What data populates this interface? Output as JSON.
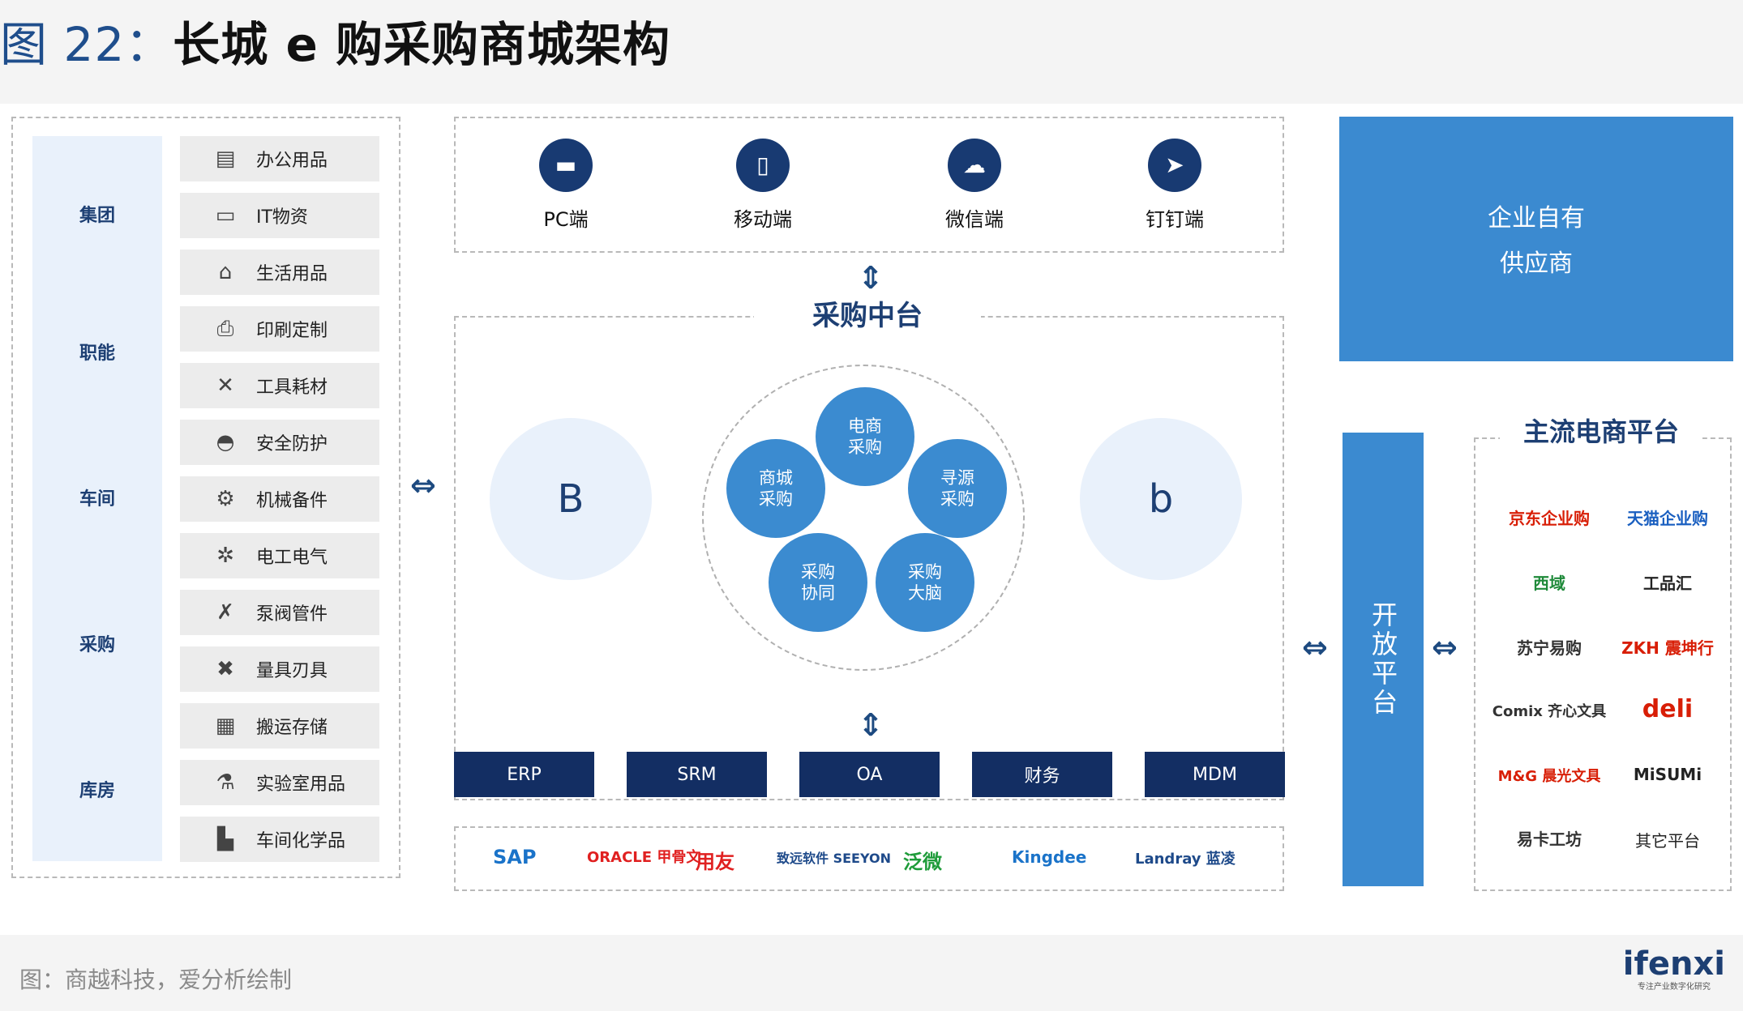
{
  "title": {
    "prefix": "图 22：",
    "text": "长城 e 购采购商城架构"
  },
  "left_levels": [
    "集团",
    "职能",
    "车间",
    "采购",
    "库房"
  ],
  "categories": [
    {
      "icon": "file-stack-icon",
      "glyph": "▤",
      "label": "办公用品"
    },
    {
      "icon": "monitor-icon",
      "glyph": "▭",
      "label": "IT物资"
    },
    {
      "icon": "home-icon",
      "glyph": "⌂",
      "label": "生活用品"
    },
    {
      "icon": "printer-icon",
      "glyph": "⎙",
      "label": "印刷定制"
    },
    {
      "icon": "tools-icon",
      "glyph": "✕",
      "label": "工具耗材"
    },
    {
      "icon": "helmet-icon",
      "glyph": "◓",
      "label": "安全防护"
    },
    {
      "icon": "robot-arm-icon",
      "glyph": "⚙",
      "label": "机械备件"
    },
    {
      "icon": "gear-icon",
      "glyph": "✲",
      "label": "电工电气"
    },
    {
      "icon": "wrench-icon",
      "glyph": "✗",
      "label": "泵阀管件"
    },
    {
      "icon": "ruler-icon",
      "glyph": "✖",
      "label": "量具刃具"
    },
    {
      "icon": "cart-icon",
      "glyph": "▦",
      "label": "搬运存储"
    },
    {
      "icon": "flask-icon",
      "glyph": "⚗",
      "label": "实验室用品"
    },
    {
      "icon": "factory-icon",
      "glyph": "▙",
      "label": "车间化学品"
    }
  ],
  "channels": [
    {
      "icon": "pc-icon",
      "glyph": "▬",
      "label": "PC端"
    },
    {
      "icon": "mobile-icon",
      "glyph": "▯",
      "label": "移动端"
    },
    {
      "icon": "wechat-icon",
      "glyph": "☁",
      "label": "微信端"
    },
    {
      "icon": "dingtalk-icon",
      "glyph": "➤",
      "label": "钉钉端"
    }
  ],
  "middle_platform": {
    "title": "采购中台",
    "left": "B",
    "right": "b",
    "modules": [
      {
        "line1": "电商",
        "line2": "采购"
      },
      {
        "line1": "商城",
        "line2": "采购"
      },
      {
        "line1": "寻源",
        "line2": "采购"
      },
      {
        "line1": "采购",
        "line2": "协同"
      },
      {
        "line1": "采购",
        "line2": "大脑"
      }
    ]
  },
  "systems": [
    "ERP",
    "SRM",
    "OA",
    "财务",
    "MDM"
  ],
  "vendors": [
    {
      "name": "SAP",
      "color": "#1a73c9"
    },
    {
      "name": "ORACLE 甲骨文",
      "color": "#e02020"
    },
    {
      "name": "用友",
      "color": "#e02020"
    },
    {
      "name": "致远软件 SEEYON",
      "color": "#1e4a8a"
    },
    {
      "name": "泛微",
      "color": "#1f9c3a"
    },
    {
      "name": "Kingdee",
      "color": "#1a73c9"
    },
    {
      "name": "Landray 蓝凌",
      "color": "#1e4a8a"
    }
  ],
  "supplier": {
    "line1": "企业自有",
    "line2": "供应商"
  },
  "open_platform": "开放平台",
  "mainstream": {
    "title": "主流电商平台",
    "platforms": [
      {
        "name": "京东企业购",
        "color": "#d81e06"
      },
      {
        "name": "天猫企业购",
        "color": "#1a5fc0"
      },
      {
        "name": "西域",
        "color": "#1f8a3a"
      },
      {
        "name": "工品汇",
        "color": "#222222"
      },
      {
        "name": "苏宁易购",
        "color": "#333333"
      },
      {
        "name": "ZKH 震坤行",
        "color": "#d81e06"
      },
      {
        "name": "Comix 齐心文具",
        "color": "#333333"
      },
      {
        "name": "deli",
        "color": "#d81e06"
      },
      {
        "name": "M&G 晨光文具",
        "color": "#d81e06"
      },
      {
        "name": "MiSUMi",
        "color": "#222222"
      },
      {
        "name": "易卡工坊",
        "color": "#333333"
      },
      {
        "name": "其它平台",
        "color": "#222222"
      }
    ]
  },
  "footer": {
    "source": "图：商越科技，爱分析绘制",
    "logo": "ifenxi",
    "logo_sub": "专注产业数字化研究"
  },
  "colors": {
    "accent": "#3b8ad0",
    "dark": "#132e63",
    "light": "#e9f1fb"
  }
}
